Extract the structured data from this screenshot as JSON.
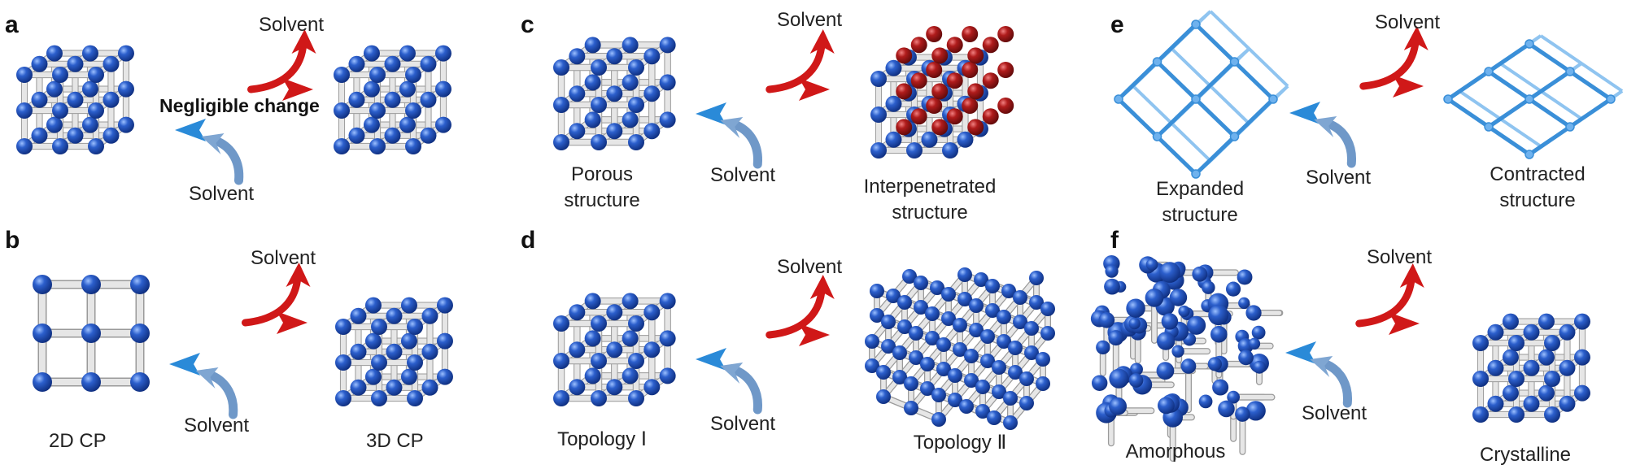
{
  "panels": {
    "a": {
      "letter": "a",
      "solvent_top": "Solvent",
      "solvent_bottom": "Solvent",
      "note": "Negligible change"
    },
    "b": {
      "letter": "b",
      "solvent_top": "Solvent",
      "solvent_bottom": "Solvent",
      "left_caption": "2D CP",
      "right_caption": "3D CP"
    },
    "c": {
      "letter": "c",
      "solvent_top": "Solvent",
      "solvent_bottom": "Solvent",
      "left_caption": [
        "Porous",
        "structure"
      ],
      "right_caption": [
        "Interpenetrated",
        "structure"
      ]
    },
    "d": {
      "letter": "d",
      "solvent_top": "Solvent",
      "solvent_bottom": "Solvent",
      "left_caption": "Topology Ⅰ",
      "right_caption": "Topology Ⅱ"
    },
    "e": {
      "letter": "e",
      "solvent_top": "Solvent",
      "solvent_bottom": "Solvent",
      "left_caption": [
        "Expanded",
        "structure"
      ],
      "right_caption": [
        "Contracted",
        "structure"
      ]
    },
    "f": {
      "letter": "f",
      "solvent_top": "Solvent",
      "solvent_bottom": "Solvent",
      "left_caption": "Amorphous",
      "right_caption": "Crystalline"
    }
  },
  "colors": {
    "atom": "#1f4fb4",
    "atom_highlight": "#7ea8f0",
    "atom_red": "#a01818",
    "bond": "#c8c8c8",
    "arrow_red": "#d01818",
    "arrow_blue": "#2a8ad8",
    "frame_blue": "#3a8fd8"
  }
}
